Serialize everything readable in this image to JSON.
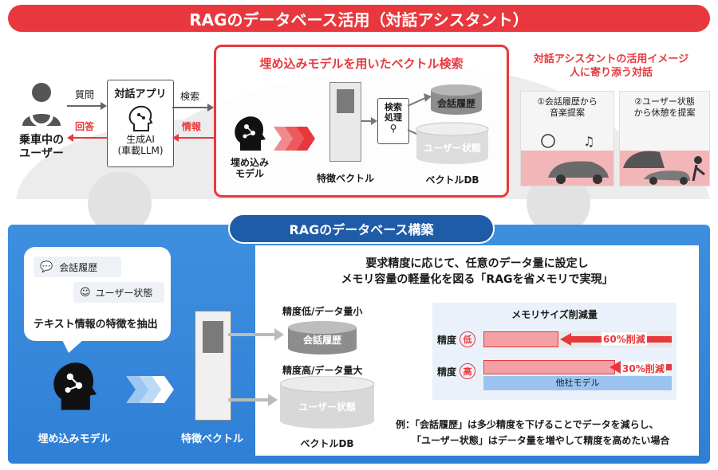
{
  "header": {
    "title": "RAGのデータベース活用（対話アシスタント）"
  },
  "top": {
    "user_label": "乗車中の\nユーザー",
    "arrow_question": "質問",
    "arrow_answer": "回答",
    "app_title": "対話アプリ",
    "app_sub": "生成AI\n(車載LLM)",
    "arrow_search": "検索",
    "arrow_info": "情報",
    "vector_search_title": "埋め込みモデルを用いたベクトル検索",
    "embed_model_label": "埋め込み\nモデル",
    "feature_vector_label": "特徴ベクトル",
    "search_process_label": "検索\n処理",
    "db_history": "会話履歴",
    "db_user_state": "ユーザー状態",
    "vector_db_label": "ベクトルDB"
  },
  "usecase": {
    "title_line1": "対話アシスタントの活用イメージ",
    "title_line2": "人に寄り添う対話",
    "case1": "①会話履歴から\n音楽提案",
    "case2": "②ユーザー状態\nから休憩を提案"
  },
  "bottom": {
    "section_title": "RAGのデータベース構築",
    "tag_history": "会話履歴",
    "tag_user_state": "ユーザー状態",
    "extract_text": "テキスト情報の特徴を抽出",
    "embed_model_label": "埋め込みモデル",
    "feature_vector_label": "特徴ベクトル",
    "low_precision": "精度低/データ量小",
    "high_precision": "精度高/データ量大",
    "db_history": "会話履歴",
    "db_user_state": "ユーザー状態",
    "vector_db_label": "ベクトルDB",
    "desc_line1": "要求精度に応じて、任意のデータ量に設定し",
    "desc_line2": "メモリ容量の軽量化を図る「RAGを省メモリで実現」",
    "chart_title": "メモリサイズ削減量",
    "precision_label": "精度",
    "low_badge": "低",
    "high_badge": "高",
    "reduce_60": "60%削減",
    "reduce_30": "30%削減",
    "other_model": "他社モデル",
    "example_line1": "例：「会話履歴」は多少精度を下げることでデータを減らし、",
    "example_line2": "「ユーザー状態」はデータ量を増やして精度を高めたい場合"
  },
  "chart_data": {
    "type": "bar",
    "title": "メモリサイズ削減量",
    "categories": [
      "精度 低",
      "精度 高"
    ],
    "series": [
      {
        "name": "",
        "values": [
          40,
          70
        ]
      },
      {
        "name": "他社モデル",
        "values": [
          100
        ]
      }
    ],
    "annotations": [
      "60%削減",
      "30%削減"
    ]
  },
  "colors": {
    "red": "#e8383d",
    "blue": "#2f7fd6",
    "navy": "#1f5ca8",
    "gray": "#cfcfcf"
  }
}
